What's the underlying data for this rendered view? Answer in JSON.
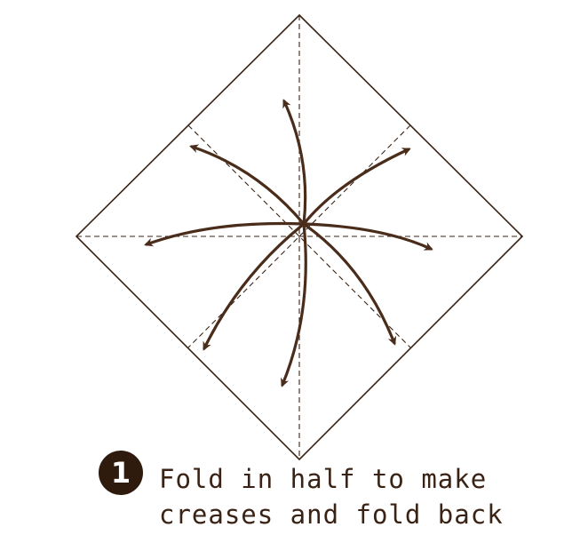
{
  "step": {
    "number": "1",
    "lines": [
      "Fold in half to make",
      "creases and fold back"
    ]
  },
  "colors": {
    "outline": "#3a2314",
    "arrow": "#4a2c1a",
    "badge": "#2e1b0e"
  }
}
